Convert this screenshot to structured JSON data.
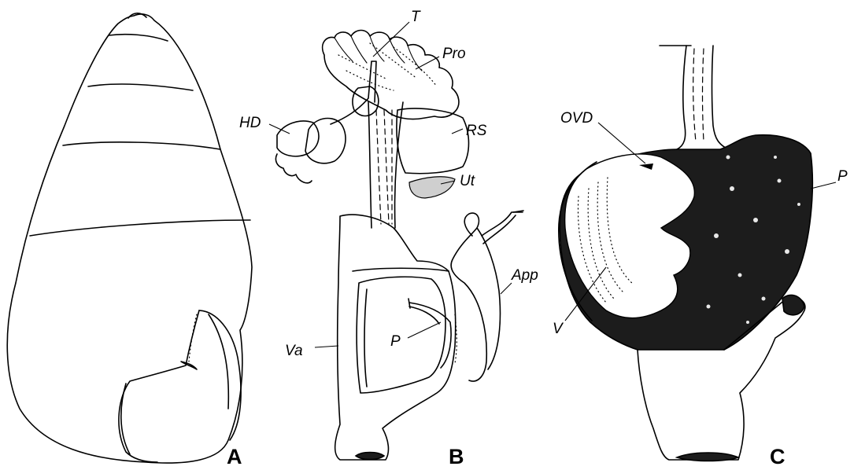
{
  "panels": {
    "a": "A",
    "b": "B",
    "c": "C"
  },
  "labels": {
    "T": "T",
    "Pro": "Pro",
    "HD": "HD",
    "RS": "RS",
    "Ut": "Ut",
    "App": "App",
    "P_b": "P",
    "Va": "Va",
    "OVD": "OVD",
    "P_c": "P",
    "V": "V"
  }
}
